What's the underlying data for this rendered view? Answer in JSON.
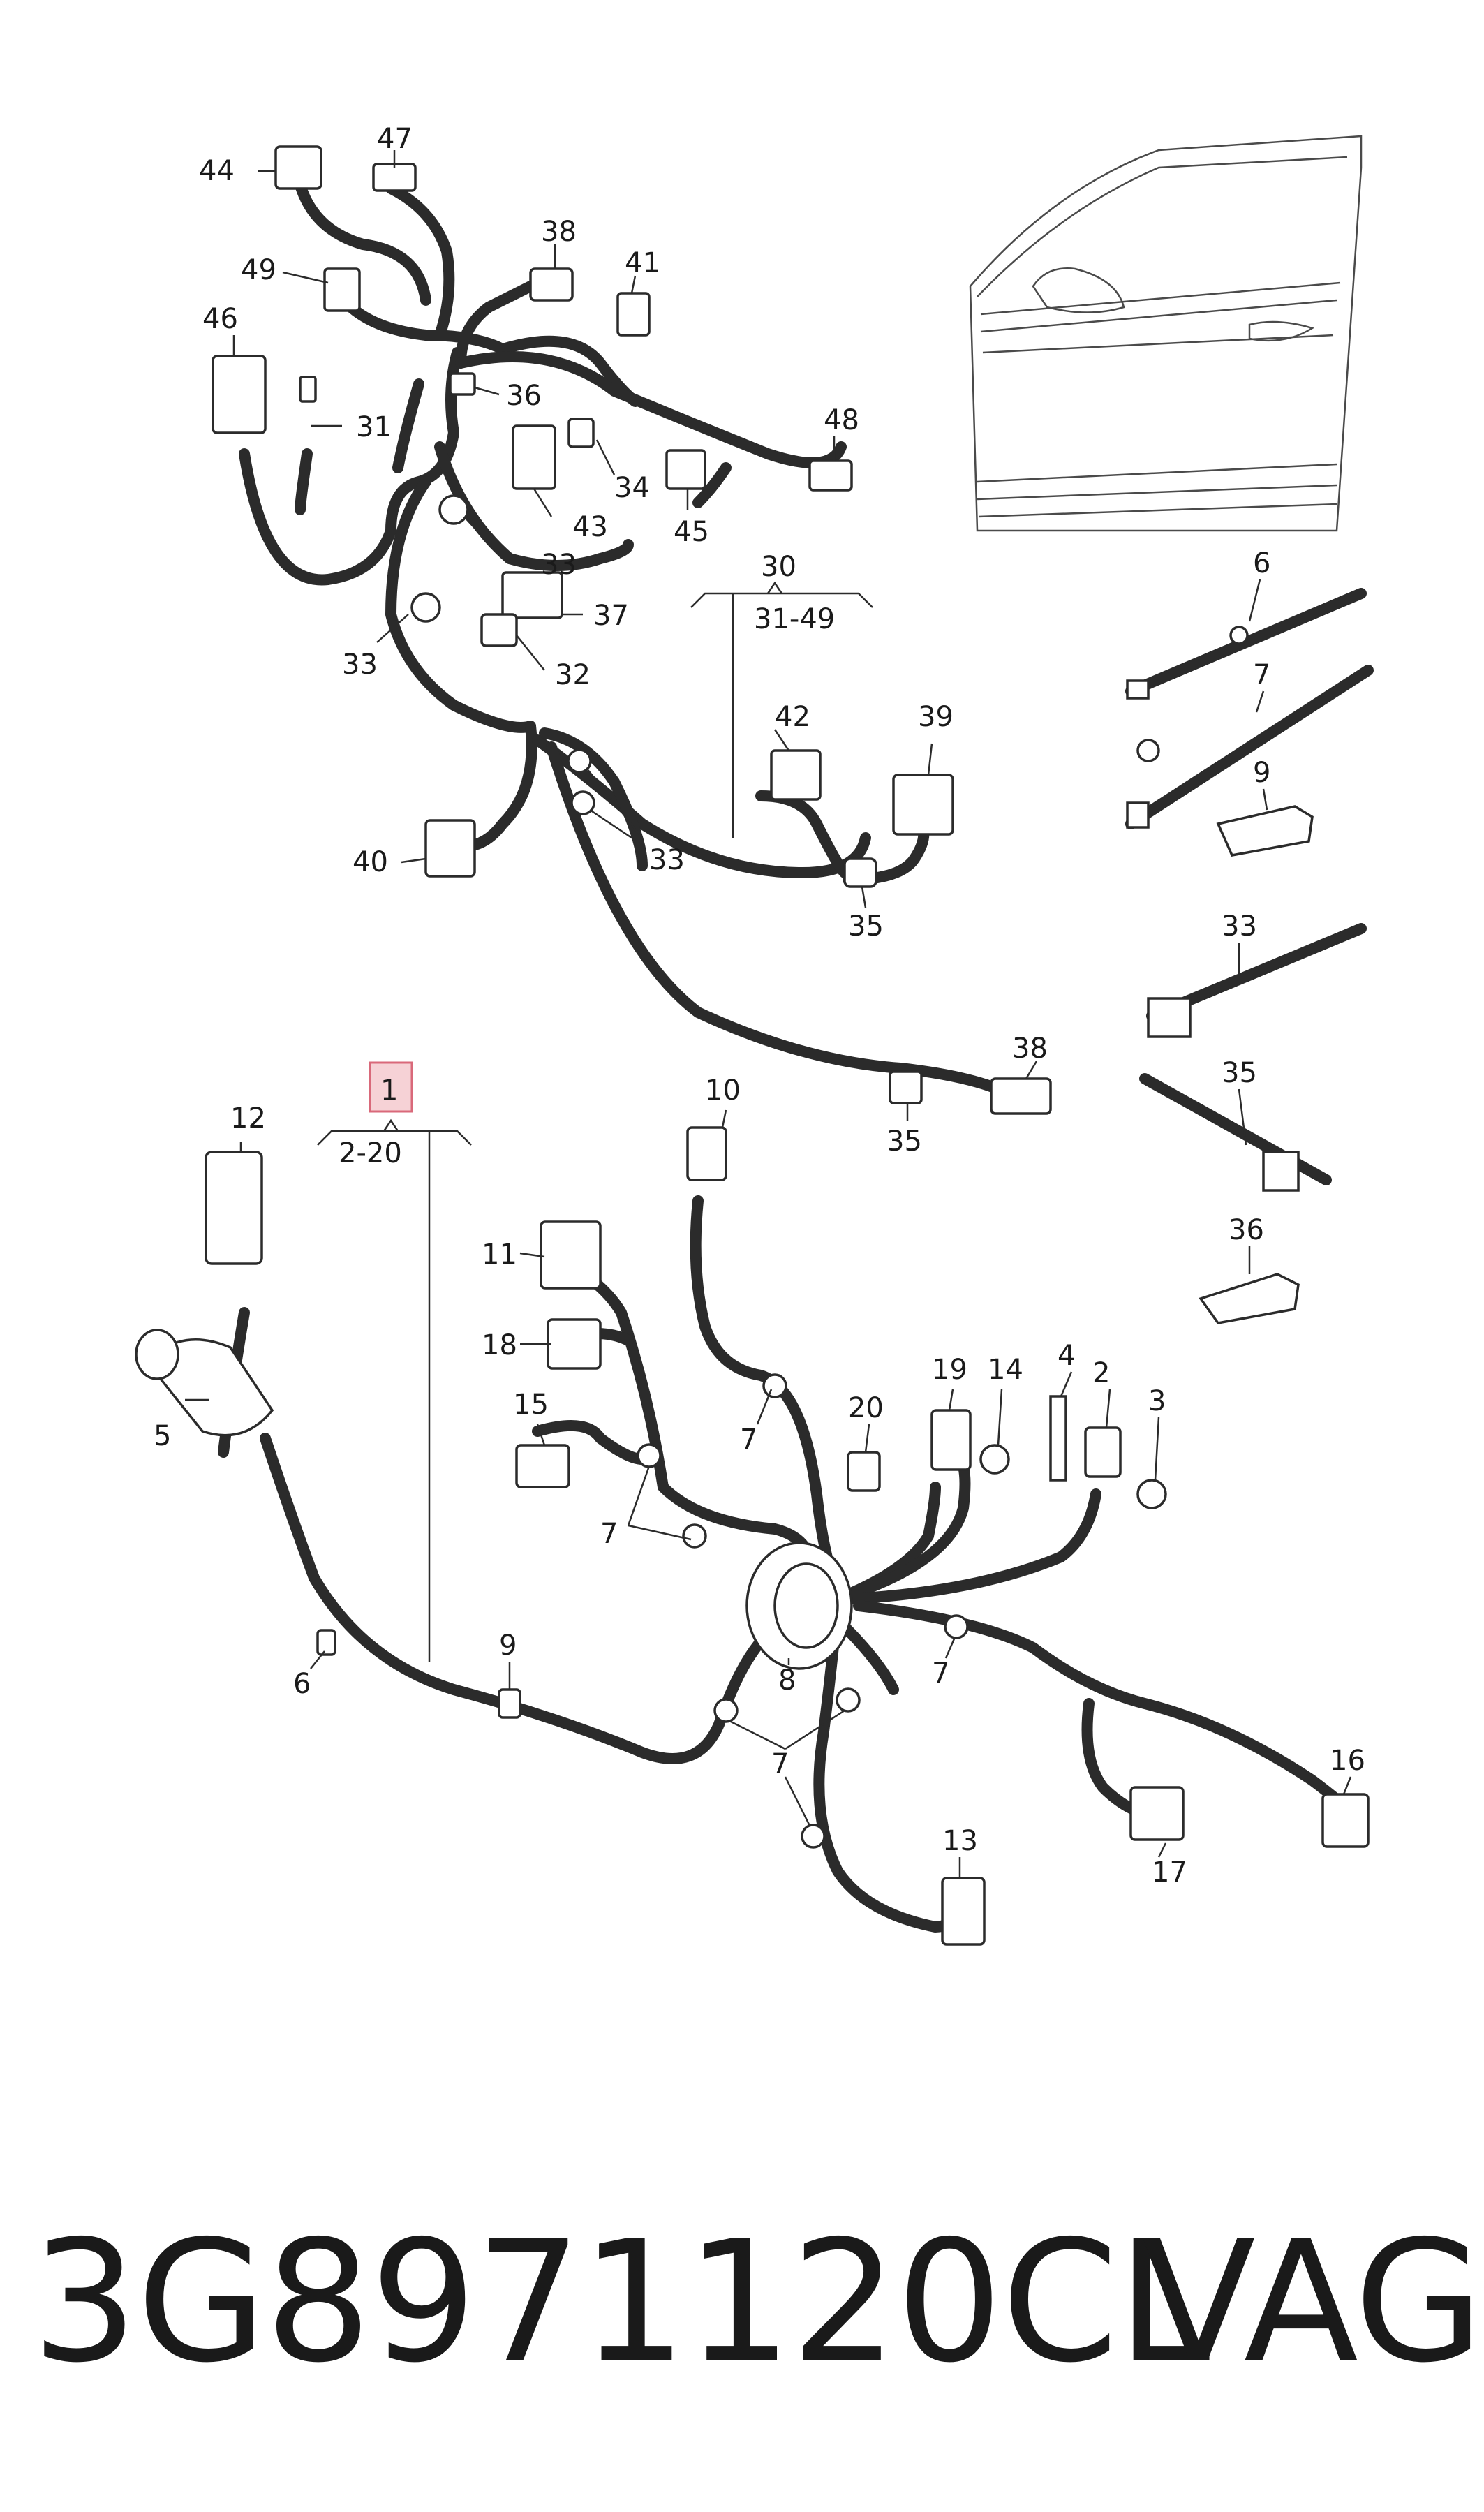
{
  "diagram": {
    "labels": {
      "p44": "44",
      "p47": "47",
      "p38a": "38",
      "p41": "41",
      "p49": "49",
      "p46": "46",
      "p36a": "36",
      "p31": "31",
      "p48": "48",
      "p34": "34",
      "p45": "45",
      "p43": "43",
      "p33a": "33",
      "p37": "37",
      "p33b": "33",
      "p32": "32",
      "p30": "30",
      "p31_49": "31-49",
      "p42": "42",
      "p39": "39",
      "p40": "40",
      "p33c": "33",
      "p35a": "35",
      "p38b": "38",
      "p35b": "35",
      "p1": "1",
      "p2_20": "2-20",
      "p12": "12",
      "p10": "10",
      "p11": "11",
      "p18": "18",
      "p15": "15",
      "p5": "5",
      "p19": "19",
      "p14": "14",
      "p4": "4",
      "p2": "2",
      "p3": "3",
      "p20": "20",
      "p7a": "7",
      "p7b": "7",
      "p7c": "7",
      "p7d": "7",
      "p6": "6",
      "p9": "9",
      "p8": "8",
      "p16": "16",
      "p17": "17",
      "p13": "13",
      "r6": "6",
      "r7": "7",
      "r9": "9",
      "r33": "33",
      "r35": "35",
      "r36": "36"
    },
    "caption": {
      "part_number": "3G8971120CL",
      "brand": "VAG"
    },
    "colors": {
      "line": "#2b2b2b",
      "highlight_fill": "#f6d2d6",
      "highlight_stroke": "#d9697a"
    }
  }
}
